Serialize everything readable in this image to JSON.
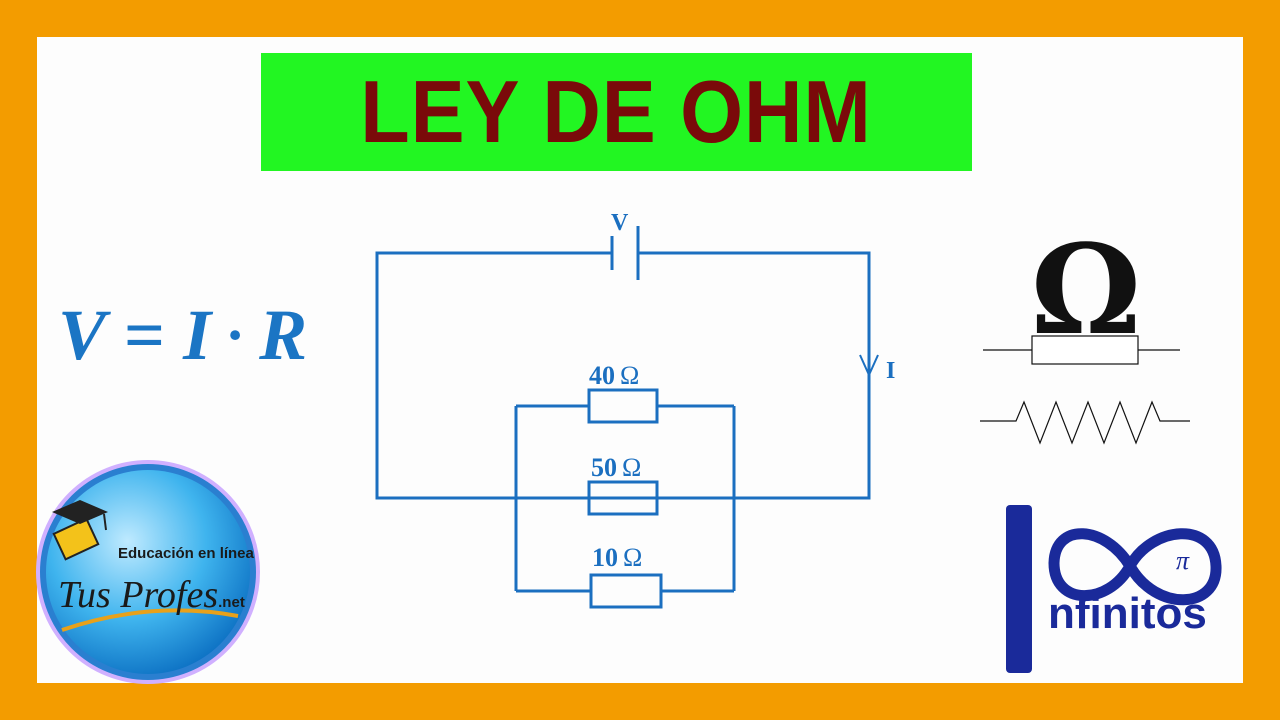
{
  "title": "LEY DE OHM",
  "formula": {
    "v": "V",
    "eq": "=",
    "i": "I",
    "dot": "·",
    "r": "R"
  },
  "circuit": {
    "source_label": "V",
    "current_label": "I",
    "resistors": [
      {
        "value": "40",
        "unit": "Ω"
      },
      {
        "value": "50",
        "unit": "Ω"
      },
      {
        "value": "10",
        "unit": "Ω"
      }
    ]
  },
  "symbols": {
    "omega": "Ω"
  },
  "logos": {
    "infinitos": {
      "word": "nfinitos",
      "pi": "π"
    },
    "tusprofes": {
      "tagline": "Educación en línea",
      "brand": "Tus Profes",
      "suffix": ".net"
    }
  },
  "colors": {
    "border": "#f39c00",
    "title_bg": "#22f622",
    "title_text": "#7a0a0a",
    "circuit": "#1b6fc0",
    "infinitos": "#1a2a9a"
  }
}
